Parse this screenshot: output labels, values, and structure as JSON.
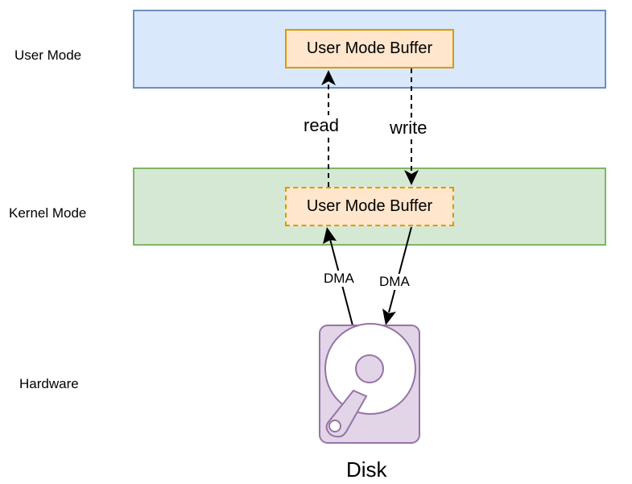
{
  "layers": {
    "user_mode": "User Mode",
    "kernel_mode": "Kernel Mode",
    "hardware": "Hardware"
  },
  "buffers": {
    "user_buffer": "User Mode Buffer",
    "kernel_buffer": "User Mode Buffer"
  },
  "edges": {
    "read": "read",
    "write": "write",
    "dma_left": "DMA",
    "dma_right": "DMA"
  },
  "disk": {
    "label": "Disk",
    "icon": "hard-disk-icon"
  },
  "colors": {
    "user_band_fill": "#dae8fc",
    "user_band_stroke": "#6c8ebf",
    "kernel_band_fill": "#d5e8d4",
    "kernel_band_stroke": "#82b366",
    "buffer_fill": "#ffe6cc",
    "buffer_stroke": "#d79b00",
    "disk_fill": "#e1d5e7",
    "disk_stroke": "#9673a6"
  }
}
